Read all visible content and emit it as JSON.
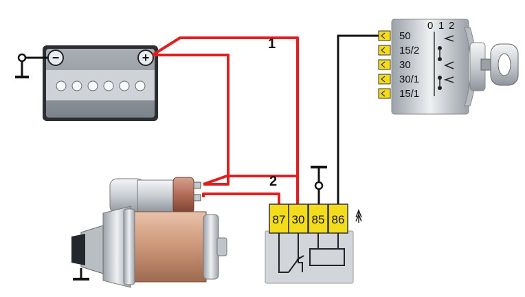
{
  "wires": {
    "label_1": "1",
    "label_2": "2",
    "color_red": "#e02020",
    "color_black": "#111111"
  },
  "battery": {
    "negative_symbol": "−",
    "positive_symbol": "+"
  },
  "relay": {
    "pins": [
      "87",
      "30",
      "85",
      "86"
    ],
    "pin_color": "#f2dc1c"
  },
  "ignition_switch": {
    "positions": [
      "0",
      "1",
      "2"
    ],
    "terminals": [
      "50",
      "15/2",
      "30",
      "30/1",
      "15/1"
    ]
  }
}
